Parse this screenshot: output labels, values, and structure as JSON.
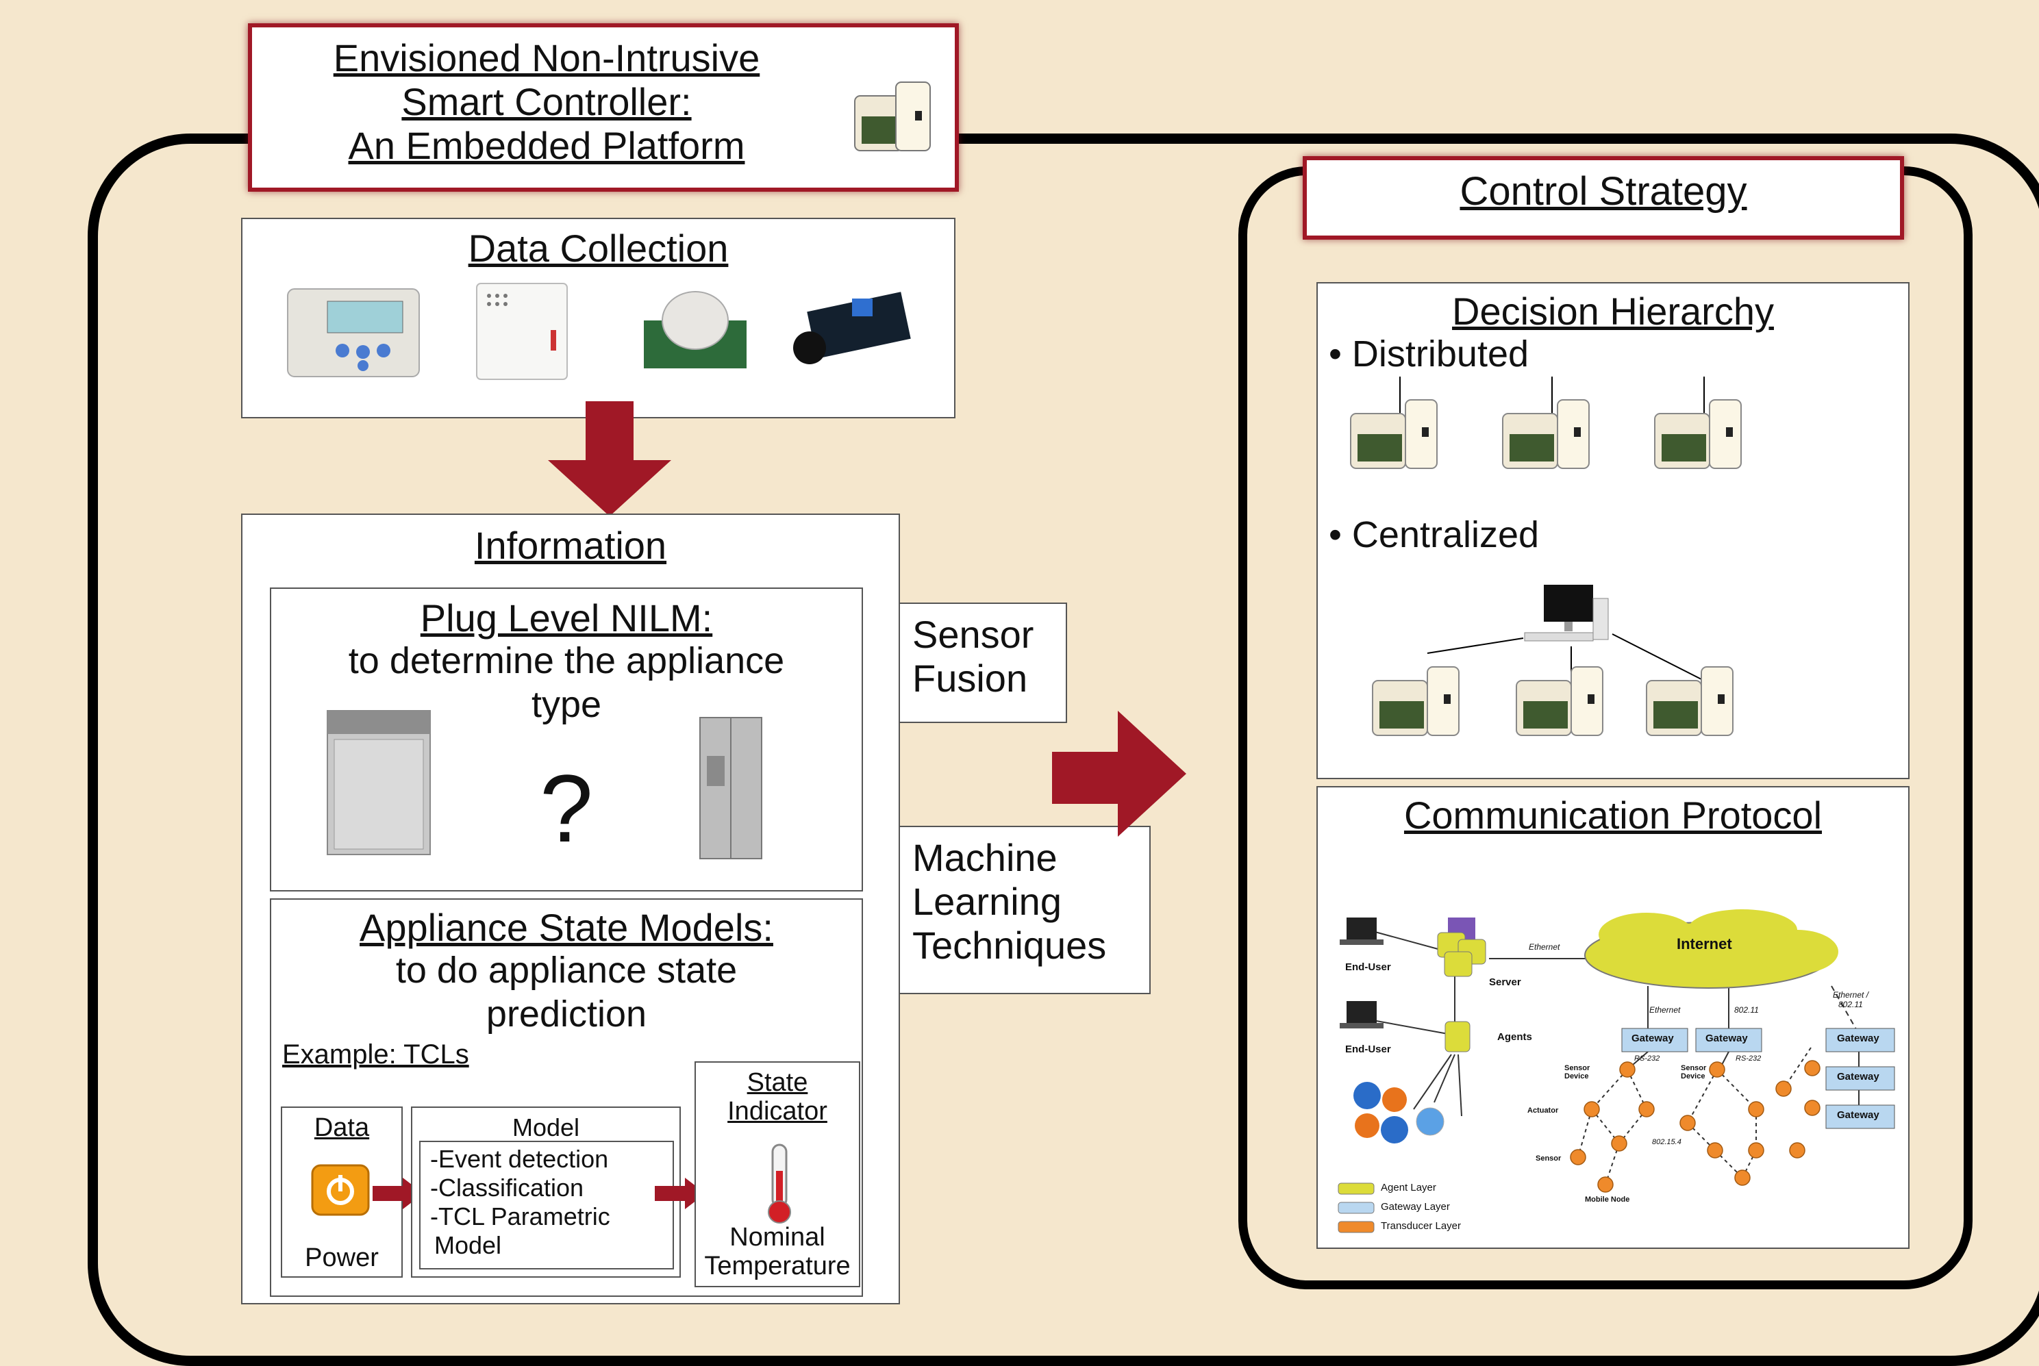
{
  "title_box": {
    "line1": "Envisioned Non-Intrusive",
    "line2": "Smart Controller:",
    "line3": "An Embedded Platform"
  },
  "data_collection": {
    "title": "Data Collection"
  },
  "information": {
    "title": "Information",
    "plug_nilm": {
      "title": "Plug Level NILM:",
      "line1": "to determine the appliance",
      "line2": "type",
      "question": "?"
    },
    "state_models": {
      "title": "Appliance State Models:",
      "line1": "to do appliance state",
      "line2": "prediction",
      "example": "Example: TCLs",
      "data_label": "Data",
      "power_label": "Power",
      "model_label": "Model",
      "model_items": [
        "-Event detection",
        "-Classification",
        "-TCL Parametric",
        "Model"
      ],
      "state_indicator": [
        "State",
        "Indicator"
      ],
      "nominal": [
        "Nominal",
        "Temperature"
      ]
    }
  },
  "sensor_fusion": [
    "Sensor",
    "Fusion"
  ],
  "machine_learning": [
    "Machine",
    "Learning",
    "Techniques"
  ],
  "control_strategy": {
    "title": "Control Strategy",
    "decision": {
      "title": "Decision Hierarchy",
      "distributed": "• Distributed",
      "centralized": "• Centralized"
    },
    "communication": {
      "title": "Communication Protocol",
      "labels": {
        "internet": "Internet",
        "ethernet1": "Ethernet",
        "ethernet2": "Ethernet",
        "ethernet3": "Ethernet /",
        "ethernet3b": "802.11",
        "w80211": "802.11",
        "server": "Server",
        "agents": "Agents",
        "end_user1": "End-User",
        "end_user2": "End-User",
        "gateway": "Gateway",
        "sensor_device": "Sensor",
        "sensor_device2": "Device",
        "rs232": "RS-232",
        "actuator": "Actuator",
        "sensor": "Sensor",
        "mobile_node": "Mobile Node",
        "zigbee": "802.15.4"
      },
      "legend": [
        "Agent Layer",
        "Gateway Layer",
        "Transducer Layer"
      ]
    }
  },
  "colors": {
    "accent_red": "#a01826",
    "background": "#f5e7cd",
    "agent_yellow": "#dcdc3a",
    "gateway_blue": "#b9d7f0",
    "transducer_orange": "#ef8a2b"
  }
}
